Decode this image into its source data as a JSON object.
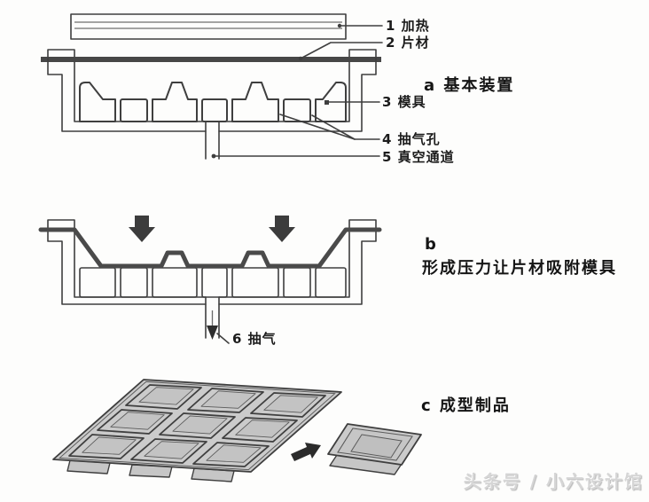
{
  "diagram_a": {
    "caption": "a 基本装置",
    "callout_heating": "1 加热",
    "callout_sheet": "2 片材",
    "callout_mold": "3 模具",
    "callout_vent_holes": "4 抽气孔",
    "callout_vacuum_channel": "5 真空通道"
  },
  "diagram_b": {
    "label": "b",
    "caption": "形成压力让片材吸附模具",
    "callout_evacuate": "6 抽气"
  },
  "diagram_c": {
    "caption": "c 成型制品"
  },
  "watermark": "头条号 / 小六设计馆",
  "colors": {
    "line": "#3f3f3f",
    "sheet": "#4a4a4a",
    "press_arrow": "#3c3c3c",
    "tray_fill": "#cbcbcb",
    "watermark": "#d6d6d6",
    "background": "#fdfdfc"
  }
}
